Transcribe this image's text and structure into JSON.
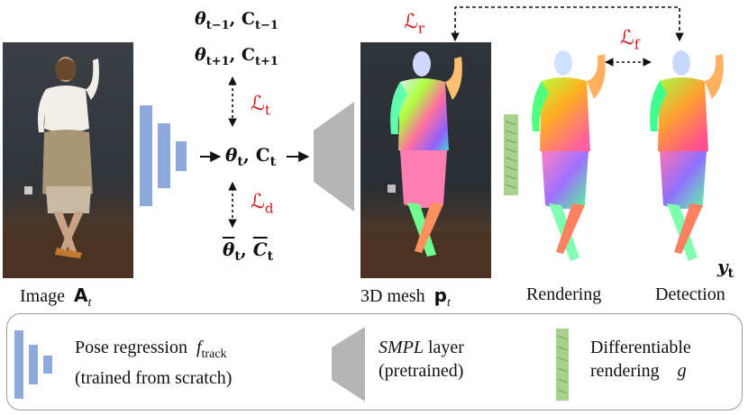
{
  "labels": {
    "image": "Image",
    "image_var": "A",
    "image_sub": "t",
    "mesh": "3D mesh",
    "mesh_var": "p",
    "mesh_sub": "t",
    "rendering": "Rendering",
    "detection": "Detection",
    "detection_var": "y",
    "detection_sub": "t"
  },
  "math": {
    "theta_prev": "θ",
    "theta_prev_sub": "t−1",
    "c_prev": "C",
    "c_prev_sub": "t−1",
    "theta_next": "θ",
    "theta_next_sub": "t+1",
    "c_next": "C",
    "c_next_sub": "t+1",
    "theta_cur": "θ",
    "theta_cur_sub": "t",
    "c_cur": "C",
    "c_cur_sub": "t",
    "theta_bar": "θ",
    "theta_bar_sub": "t",
    "c_bar": "C",
    "c_bar_sub": "t",
    "comma": ","
  },
  "losses": {
    "script_L": "ℒ",
    "t_sub": "t",
    "d_sub": "d",
    "r_sub": "r",
    "f_sub": "f"
  },
  "legend": {
    "pose_line1": "Pose regression",
    "pose_func": "f",
    "pose_func_sub": "track",
    "pose_line2": "(trained from scratch)",
    "smpl_line1": "SMPL",
    "smpl_line1_rest": " layer",
    "smpl_line2": "(pretrained)",
    "diff_line1": "Differentiable",
    "diff_line2": "rendering",
    "diff_func": "g"
  },
  "colors": {
    "network_blue": "#8eaadb",
    "smpl_gray": "#b5b5b5",
    "render_green": "#a9d18e",
    "loss_red": "#d0141a"
  }
}
